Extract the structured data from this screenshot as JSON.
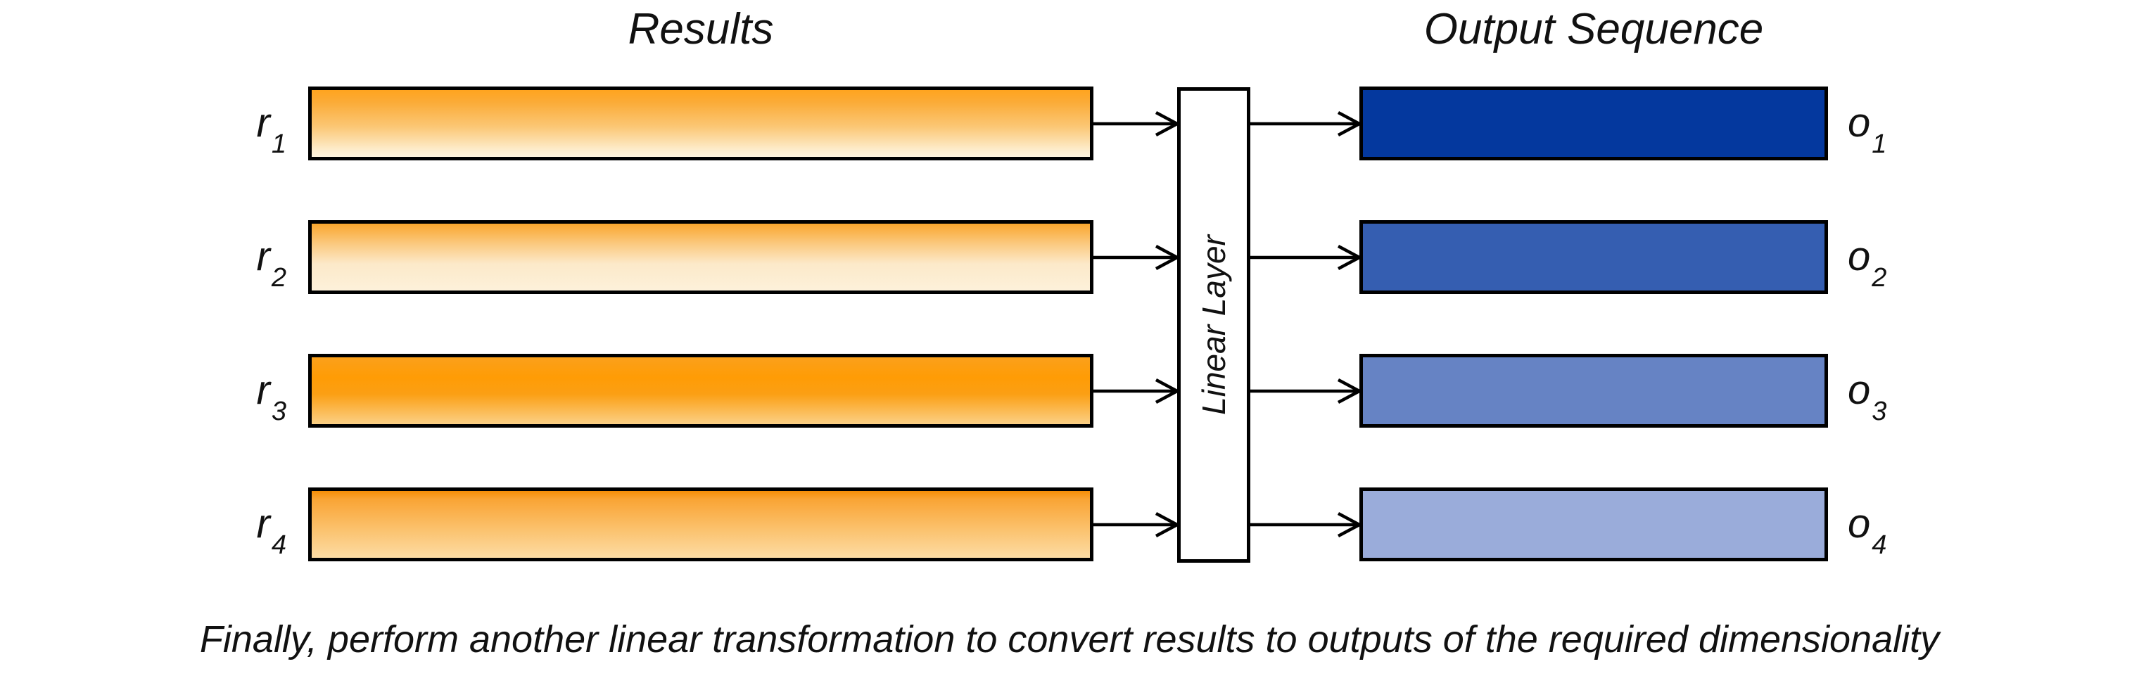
{
  "diagram": {
    "left_title": "Results",
    "right_title": "Output Sequence",
    "center_box_label": "Linear Layer",
    "caption": "Finally, perform another linear transformation to convert results to outputs of the required dimensionality",
    "colors": {
      "bar_border": "#000000",
      "arrow": "#000000",
      "text": "#111111",
      "background": "#ffffff"
    },
    "rows": [
      {
        "input_label_base": "r",
        "input_label_sub": "1",
        "output_label_base": "o",
        "output_label_sub": "1",
        "input_gradient": [
          {
            "color": "#FFA41F",
            "pos": "0%"
          },
          {
            "color": "#FBAB37",
            "pos": "18%"
          },
          {
            "color": "#FBC775",
            "pos": "55%"
          },
          {
            "color": "#FDEBC9",
            "pos": "88%"
          },
          {
            "color": "#FEF3DE",
            "pos": "100%"
          }
        ],
        "output_color": "#04389E"
      },
      {
        "input_label_base": "r",
        "input_label_sub": "2",
        "output_label_base": "o",
        "output_label_sub": "2",
        "input_gradient": [
          {
            "color": "#F9A62E",
            "pos": "0%"
          },
          {
            "color": "#FBC97F",
            "pos": "30%"
          },
          {
            "color": "#FCE9C9",
            "pos": "60%"
          },
          {
            "color": "#FDF1DA",
            "pos": "100%"
          }
        ],
        "output_color": "#355EB1"
      },
      {
        "input_label_base": "r",
        "input_label_sub": "3",
        "output_label_base": "o",
        "output_label_sub": "3",
        "input_gradient": [
          {
            "color": "#FBA01B",
            "pos": "0%"
          },
          {
            "color": "#FF9C05",
            "pos": "30%"
          },
          {
            "color": "#FB9F14",
            "pos": "55%"
          },
          {
            "color": "#FBD086",
            "pos": "100%"
          }
        ],
        "output_color": "#6683C4"
      },
      {
        "input_label_base": "r",
        "input_label_sub": "4",
        "output_label_base": "o",
        "output_label_sub": "4",
        "input_gradient": [
          {
            "color": "#F68E06",
            "pos": "0%"
          },
          {
            "color": "#F9A434",
            "pos": "12%"
          },
          {
            "color": "#FBC06A",
            "pos": "55%"
          },
          {
            "color": "#FCDCA4",
            "pos": "100%"
          }
        ],
        "output_color": "#9AACDA"
      }
    ]
  }
}
